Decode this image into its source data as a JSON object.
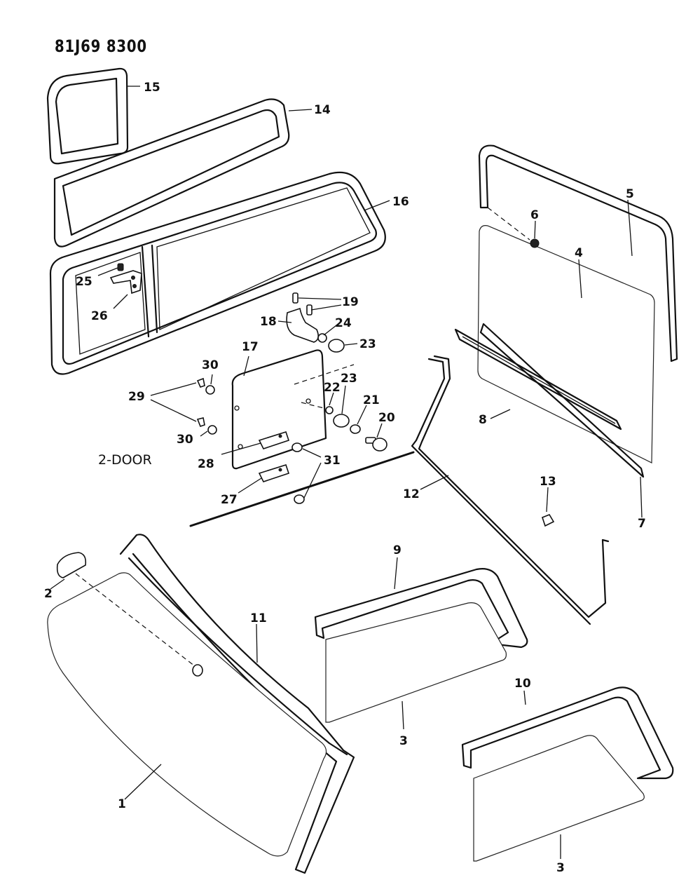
{
  "diagram": {
    "reference_code": "81J69 8300",
    "note": "2-DOOR",
    "callouts": [
      {
        "id": "c1",
        "label": "1"
      },
      {
        "id": "c2",
        "label": "2"
      },
      {
        "id": "c3a",
        "label": "3"
      },
      {
        "id": "c3b",
        "label": "3"
      },
      {
        "id": "c4",
        "label": "4"
      },
      {
        "id": "c5",
        "label": "5"
      },
      {
        "id": "c6",
        "label": "6"
      },
      {
        "id": "c7",
        "label": "7"
      },
      {
        "id": "c8",
        "label": "8"
      },
      {
        "id": "c9",
        "label": "9"
      },
      {
        "id": "c10",
        "label": "10"
      },
      {
        "id": "c11",
        "label": "11"
      },
      {
        "id": "c12",
        "label": "12"
      },
      {
        "id": "c13",
        "label": "13"
      },
      {
        "id": "c14",
        "label": "14"
      },
      {
        "id": "c15",
        "label": "15"
      },
      {
        "id": "c16",
        "label": "16"
      },
      {
        "id": "c17",
        "label": "17"
      },
      {
        "id": "c18",
        "label": "18"
      },
      {
        "id": "c19",
        "label": "19"
      },
      {
        "id": "c20",
        "label": "20"
      },
      {
        "id": "c21",
        "label": "21"
      },
      {
        "id": "c22",
        "label": "22"
      },
      {
        "id": "c23a",
        "label": "23"
      },
      {
        "id": "c23b",
        "label": "23"
      },
      {
        "id": "c24",
        "label": "24"
      },
      {
        "id": "c25",
        "label": "25"
      },
      {
        "id": "c26",
        "label": "26"
      },
      {
        "id": "c27",
        "label": "27"
      },
      {
        "id": "c28",
        "label": "28"
      },
      {
        "id": "c29",
        "label": "29"
      },
      {
        "id": "c30a",
        "label": "30"
      },
      {
        "id": "c30b",
        "label": "30"
      },
      {
        "id": "c31",
        "label": "31"
      }
    ]
  }
}
